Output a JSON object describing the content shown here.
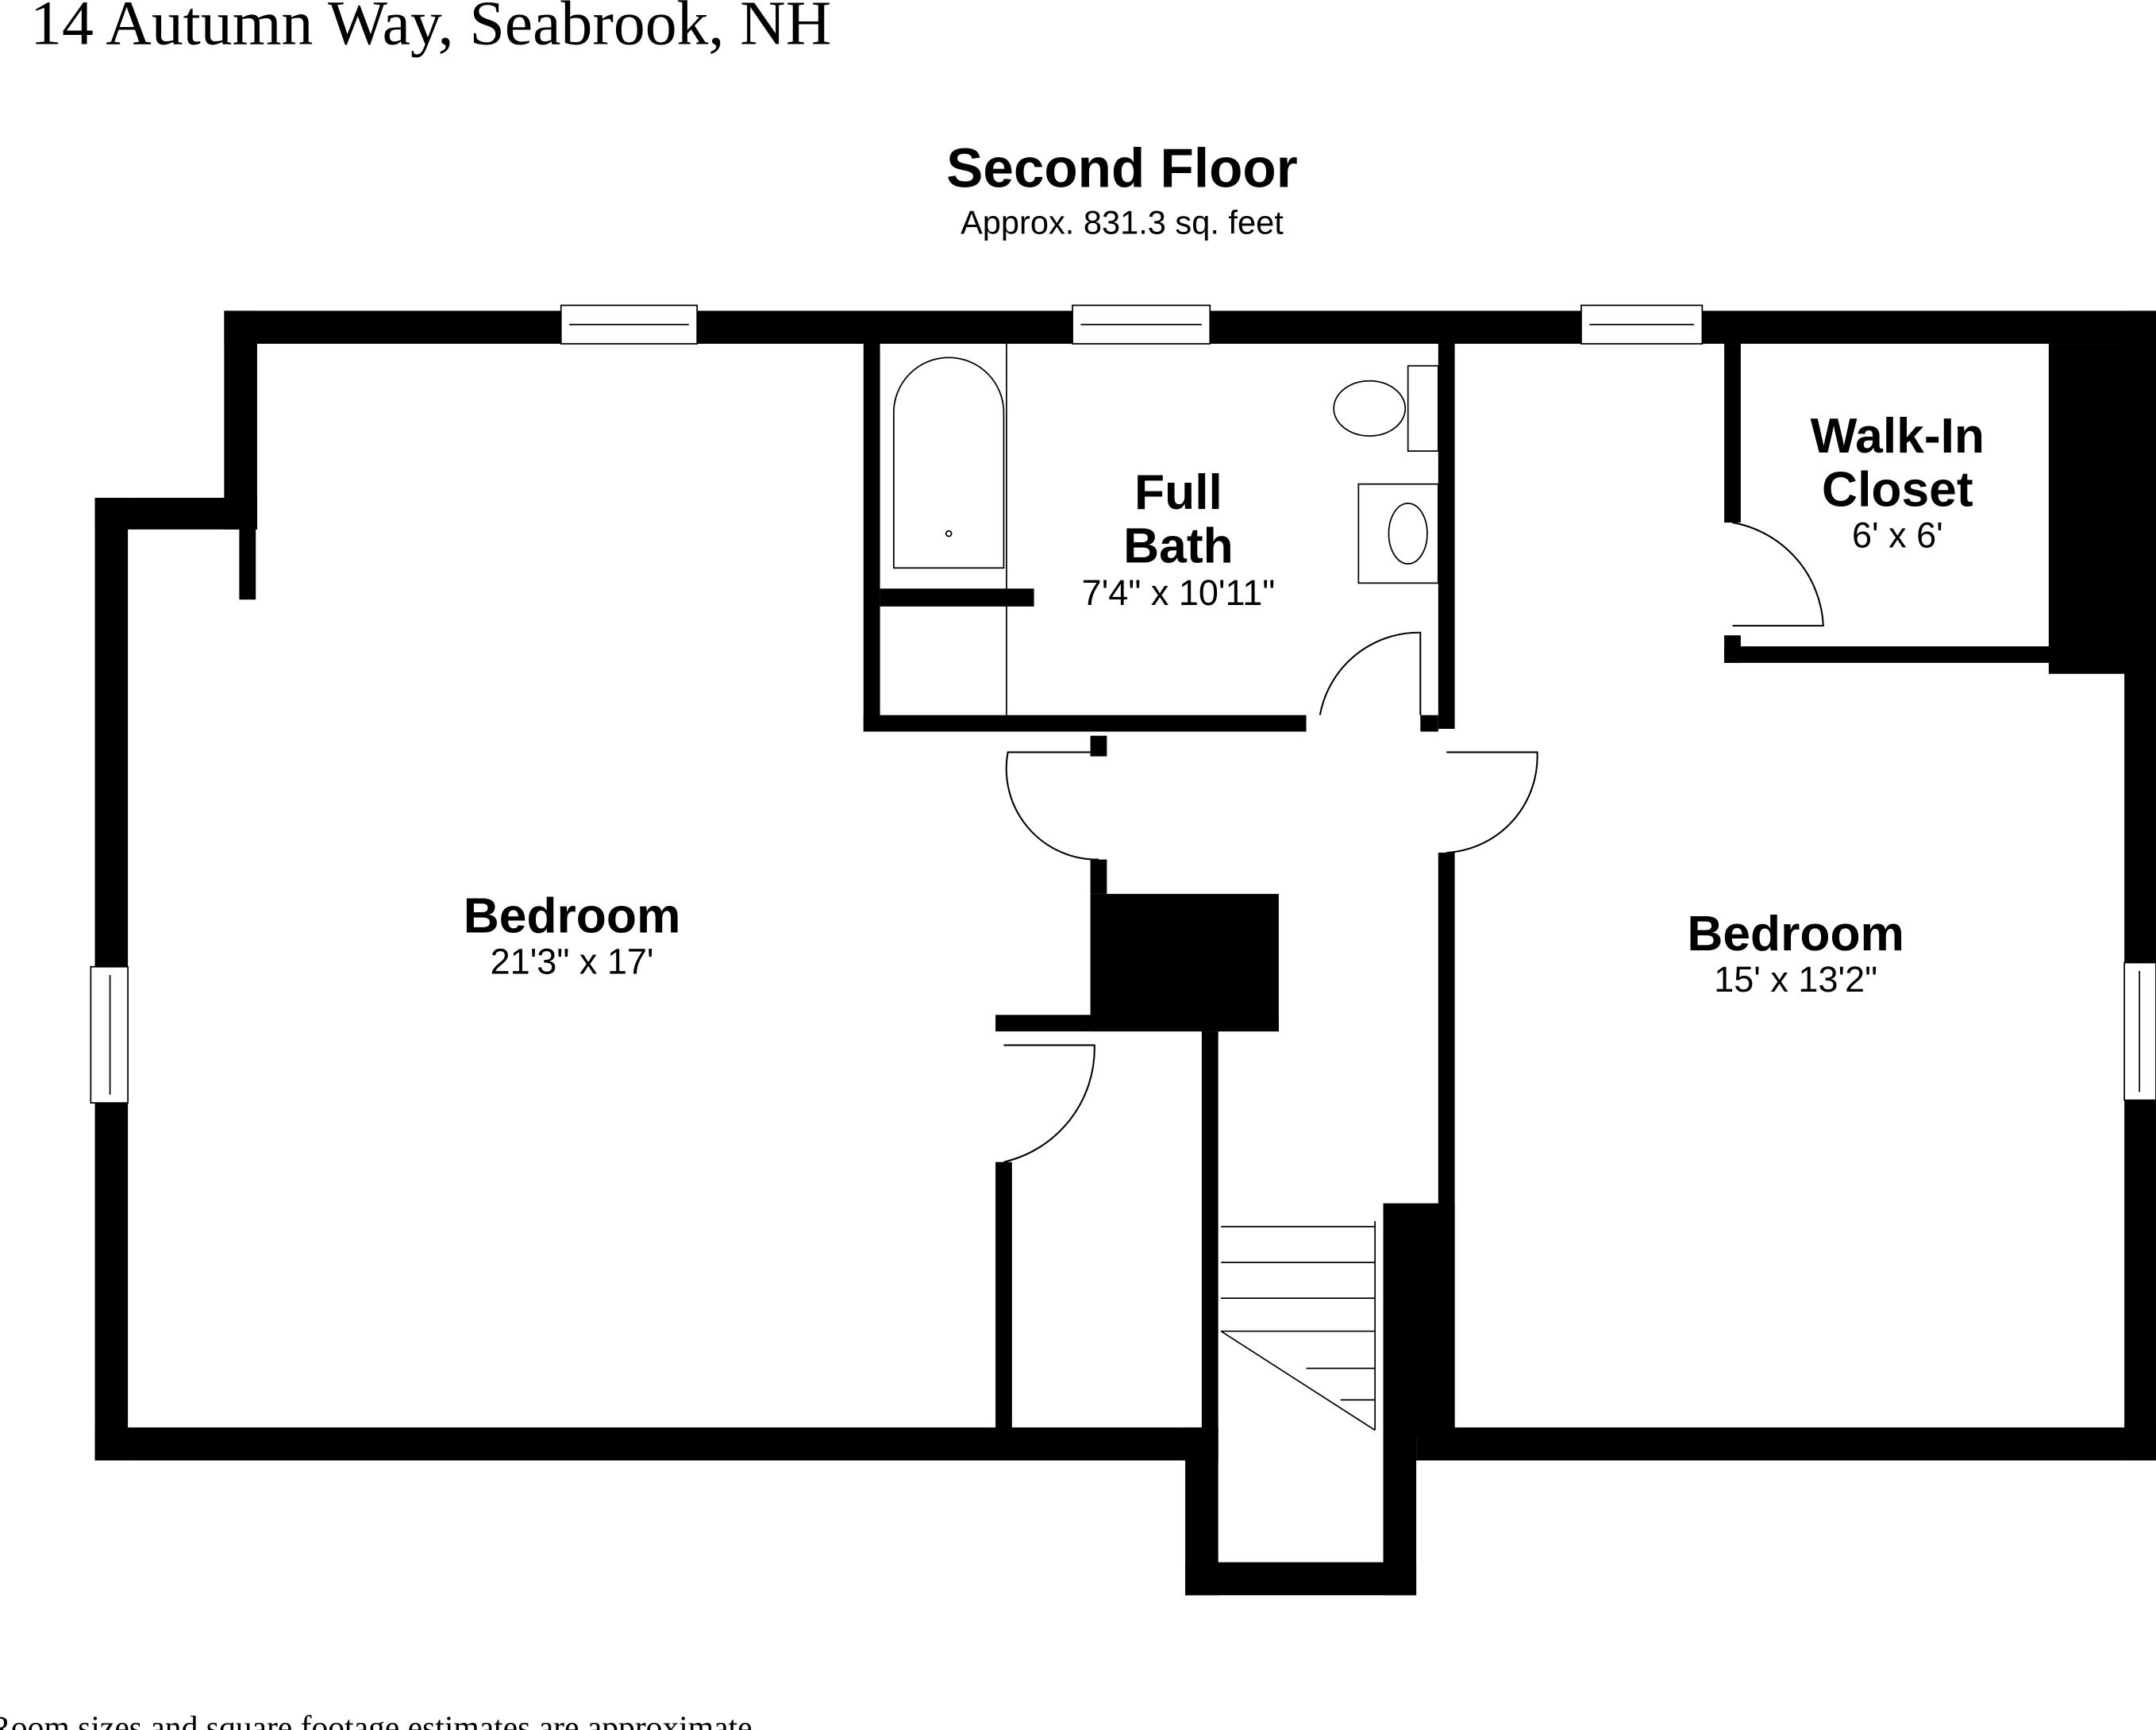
{
  "address": "14 Autumn Way, Seabrook, NH",
  "floor": {
    "title": "Second Floor",
    "area": "Approx. 831.3 sq. feet"
  },
  "rooms": [
    {
      "name": "Bedroom",
      "size": "21'3\" x 17'"
    },
    {
      "name_line1": "Full",
      "name_line2": "Bath",
      "size": "7'4\" x 10'11\""
    },
    {
      "name_line1": "Walk-In",
      "name_line2": "Closet",
      "size": "6' x 6'"
    },
    {
      "name": "Bedroom",
      "size": "15' x 13'2\""
    }
  ],
  "disclaimer": "Room sizes and square footage estimates are approximate.",
  "colors": {
    "wall": "#000000",
    "background": "#ffffff"
  }
}
